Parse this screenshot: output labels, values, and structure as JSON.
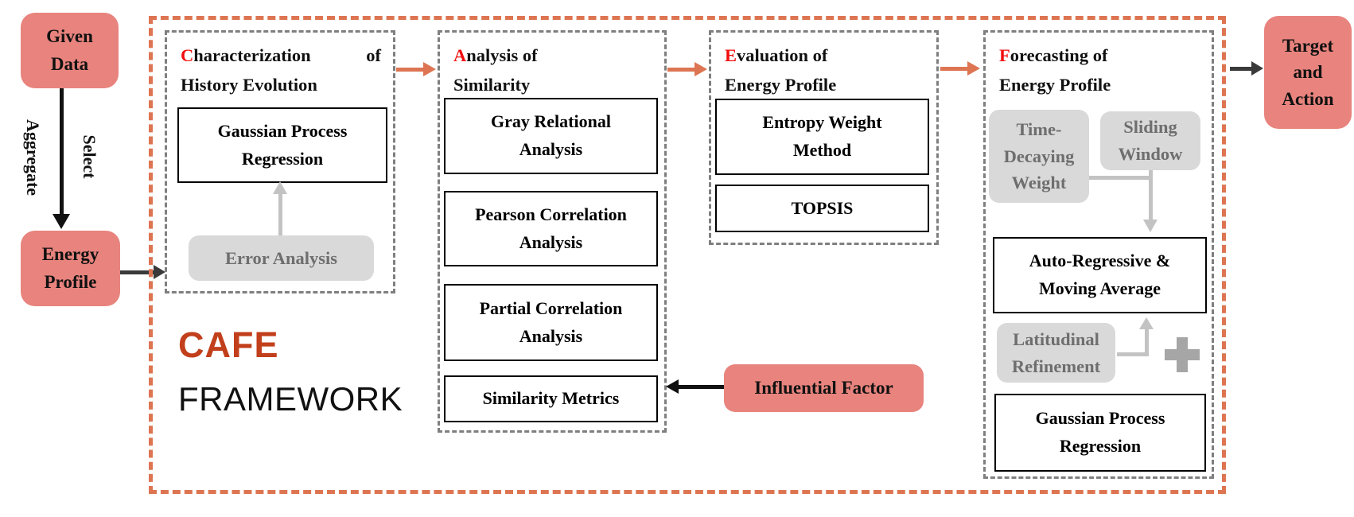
{
  "left_flow": {
    "given_data": [
      "Given",
      "Data"
    ],
    "aggregate_label": "Aggregate",
    "select_label": "Select",
    "energy_profile": [
      "Energy",
      "Profile"
    ]
  },
  "framework": {
    "title_accent": "CAFE",
    "title_rest": "FRAMEWORK"
  },
  "stages": {
    "characterization": {
      "initial": "C",
      "title_rest": "haracterization",
      "title_tail": "of",
      "title_line2": "History Evolution",
      "gaussian_process": [
        "Gaussian Process",
        "Regression"
      ],
      "error_analysis": "Error Analysis"
    },
    "analysis": {
      "initial": "A",
      "title_rest": "nalysis of",
      "title_line2": "Similarity",
      "gray_relational": [
        "Gray Relational",
        "Analysis"
      ],
      "pearson": [
        "Pearson Correlation",
        "Analysis"
      ],
      "partial": [
        "Partial Correlation",
        "Analysis"
      ],
      "similarity_metrics": "Similarity Metrics"
    },
    "evaluation": {
      "initial": "E",
      "title_rest": "valuation of",
      "title_line2": "Energy Profile",
      "entropy": [
        "Entropy Weight",
        "Method"
      ],
      "topsis": "TOPSIS"
    },
    "forecasting": {
      "initial": "F",
      "title_rest": "orecasting of",
      "title_line2": "Energy Profile",
      "time_decaying": [
        "Time-",
        "Decaying",
        "Weight"
      ],
      "sliding_window": [
        "Sliding",
        "Window"
      ],
      "auto_regressive": [
        "Auto-Regressive &",
        "Moving Average"
      ],
      "latitudinal": [
        "Latitudinal",
        "Refinement"
      ],
      "gaussian_process": [
        "Gaussian Process",
        "Regression"
      ]
    }
  },
  "influential_factor": "Influential Factor",
  "target_action": [
    "Target",
    "and",
    "Action"
  ],
  "icons": {
    "plus_icon": "plus"
  },
  "colors": {
    "salmon_node": "#E8837D",
    "frame_orange": "#DD7552",
    "stage_initial_red": "#F20D0D",
    "cafe_title_orange": "#C23F1B",
    "gray_fill": "#D9D9D9",
    "gray_text": "#6E6E6E",
    "gray_dash_border": "#7F7F7F",
    "gray_arrow": "#C3C3C3",
    "plus_gray": "#A6A6A6",
    "dark_arrow": "#3A3A3A",
    "black_arrow": "#111111"
  }
}
